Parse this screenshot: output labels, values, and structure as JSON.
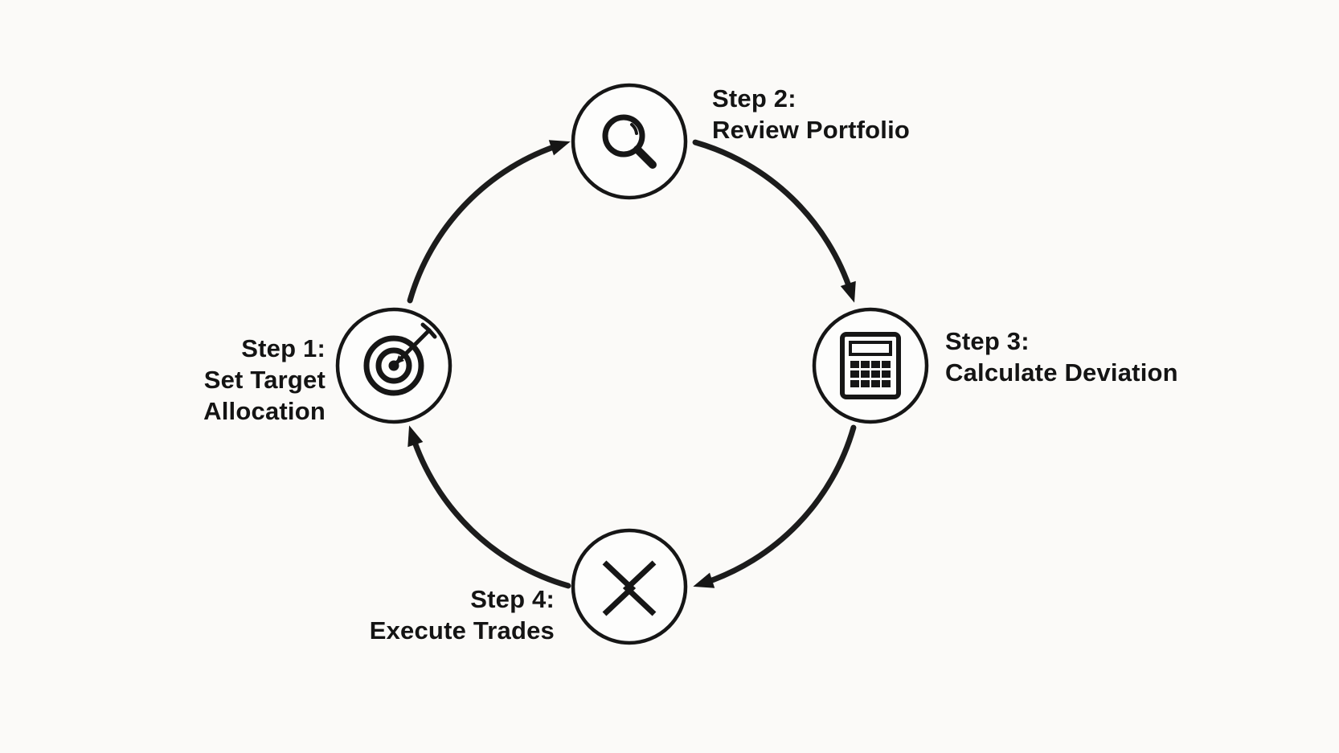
{
  "diagram": {
    "steps": {
      "step1": {
        "name": "Step 1:",
        "desc1": "Set Target",
        "desc2": "Allocation",
        "icon": "target-icon"
      },
      "step2": {
        "name": "Step 2:",
        "desc1": "Review Portfolio",
        "icon": "magnifier-icon"
      },
      "step3": {
        "name": "Step 3:",
        "desc1": "Calculate Deviation",
        "icon": "calculator-icon"
      },
      "step4": {
        "name": "Step 4:",
        "desc1": "Execute Trades",
        "icon": "shuffle-icon"
      }
    },
    "flow": [
      "step1",
      "step2",
      "step3",
      "step4",
      "step1"
    ],
    "colors": {
      "ink": "#161616",
      "background": "#fbfaf8"
    }
  }
}
